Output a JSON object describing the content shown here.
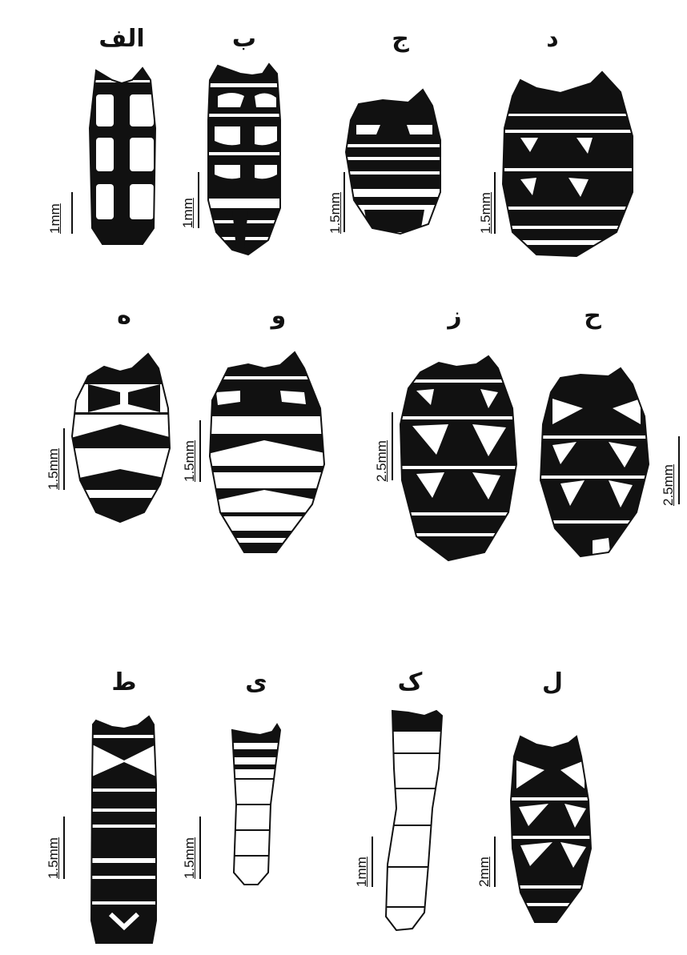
{
  "figures": [
    {
      "label": "الف",
      "scale": "1mm"
    },
    {
      "label": "ب",
      "scale": "1mm"
    },
    {
      "label": "ج",
      "scale": "1.5mm"
    },
    {
      "label": "د",
      "scale": "1.5mm"
    },
    {
      "label": "ه",
      "scale": "1.5mm"
    },
    {
      "label": "و",
      "scale": "1.5mm"
    },
    {
      "label": "ز",
      "scale": "2.5mm"
    },
    {
      "label": "ح",
      "scale": "2.5mm"
    },
    {
      "label": "ط",
      "scale": "1.5mm"
    },
    {
      "label": "ی",
      "scale": "1.5mm"
    },
    {
      "label": "ک",
      "scale": "1mm"
    },
    {
      "label": "ل",
      "scale": "2mm"
    }
  ],
  "colors": {
    "ink": "#111111",
    "paper": "#ffffff"
  }
}
